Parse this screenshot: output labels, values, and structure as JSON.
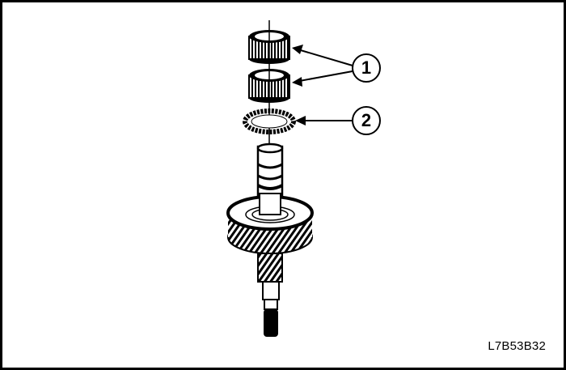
{
  "figure": {
    "id_label": "L7B53B32",
    "callouts": [
      {
        "number": "1",
        "description": "needle roller bearings (two)"
      },
      {
        "number": "2",
        "description": "thrust washer / ring"
      }
    ],
    "subject": "shaft with gear, exploded view of bearings and washer",
    "colors": {
      "line": "#000000",
      "background": "#ffffff"
    }
  }
}
